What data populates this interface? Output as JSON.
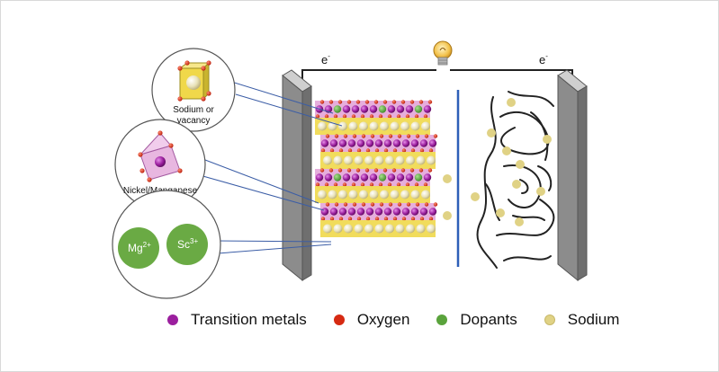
{
  "electron_label": "e",
  "electron_sign": "-",
  "callouts": {
    "sodium_label_line1": "Sodium or",
    "sodium_label_line2": "vacancy",
    "nickel_label": "Nickel/Manganese",
    "mg_ion": "Mg",
    "mg_charge": "2+",
    "sc_ion": "Sc",
    "sc_charge": "3+"
  },
  "legend": [
    {
      "label": "Transition metals",
      "color": "#9b1f9e"
    },
    {
      "label": "Oxygen",
      "color": "#d62a12"
    },
    {
      "label": "Dopants",
      "color": "#5aa33c"
    },
    {
      "label": "Sodium",
      "color": "#e0d285"
    }
  ],
  "colors": {
    "cathode_plate": "#8c8c8c",
    "separator": "#2e5fb8",
    "sodium_layer": "#f0d84a",
    "tm_layer": "#e2a0d6",
    "callout_line": "#3b5da6"
  }
}
